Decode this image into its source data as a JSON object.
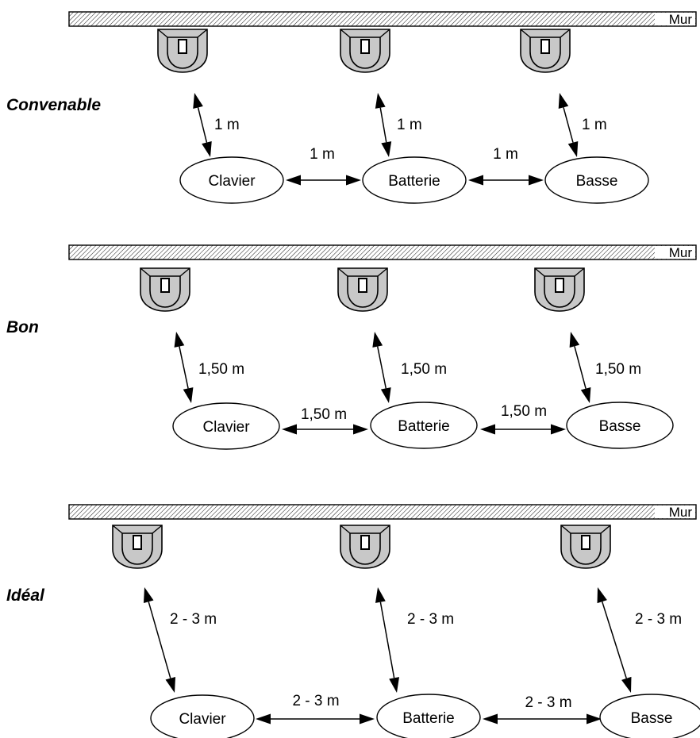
{
  "wall_label": "Mur",
  "instruments": [
    "Clavier",
    "Batterie",
    "Basse"
  ],
  "configurations": [
    {
      "title": "Convenable",
      "monitor_distance": "1 m",
      "instrument_distance": "1 m"
    },
    {
      "title": "Bon",
      "monitor_distance": "1,50 m",
      "instrument_distance": "1,50 m"
    },
    {
      "title": "Idéal",
      "monitor_distance": "2 - 3 m",
      "instrument_distance": "2 - 3 m"
    }
  ],
  "colors": {
    "monitor_fill": "#c8c8c8",
    "wall_hatch": "#000000",
    "line": "#000000"
  }
}
